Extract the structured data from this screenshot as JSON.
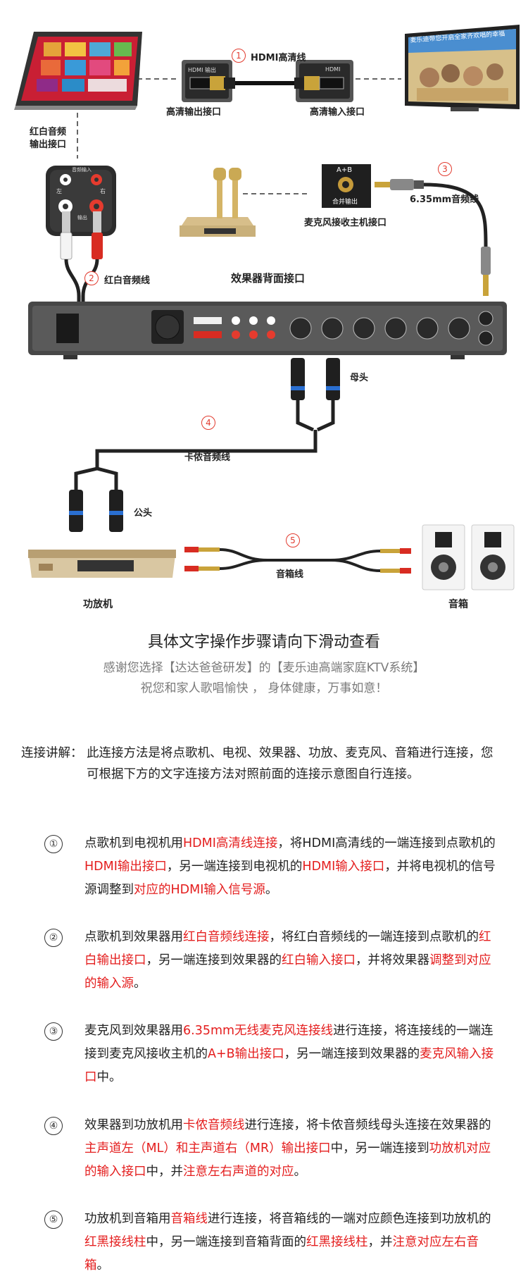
{
  "diagram": {
    "hdmi_cable_label": "HDMI高清线",
    "hd_output_label": "高清输出接口",
    "hd_input_label": "高清输入接口",
    "hdmi_port_text_left": "HDMI 输出",
    "hdmi_port_text_right": "HDMI",
    "tv_banner": "麦乐迪带您开启全家齐欢唱的幸福",
    "rca_output_label_1": "红白音频",
    "rca_output_label_2": "输出接口",
    "rca_panel_top": "音频输入",
    "rca_panel_left": "左",
    "rca_panel_right": "右",
    "rca_panel_bottom": "输出",
    "rca_cable_label": "红白音频线",
    "effects_back_label": "效果器背面接口",
    "ab_label": "A+B",
    "mix_output_label": "合并输出",
    "mic_receiver_label": "麦克风接收主机接口",
    "jack_cable_label": "6.35mm音频线",
    "female_label": "母头",
    "xlr_cable_label": "卡侬音频线",
    "male_label": "公头",
    "speaker_cable_label": "音箱线",
    "amplifier_label": "功放机",
    "speaker_label": "音箱",
    "badges": [
      "1",
      "2",
      "3",
      "4",
      "5"
    ]
  },
  "intro": {
    "headline": "具体文字操作步骤请向下滑动查看",
    "thanks": "感谢您选择【达达爸爸研发】的【麦乐迪高端家庭KTV系统】",
    "wishes": "祝您和家人歌唱愉快 ， 身体健康，万事如意！"
  },
  "explain": {
    "title": "连接讲解：",
    "text": "此连接方法是将点歌机、电视、效果器、功放、麦克风、音箱进行连接，您可根据下方的文字连接方法对照前面的连接示意图自行连接。"
  },
  "steps": [
    {
      "num": "①",
      "parts": [
        {
          "t": "点歌机到电视机用"
        },
        {
          "t": "HDMI高清线连接",
          "red": true
        },
        {
          "t": "，将HDMI高清线的一端连接到点歌机的"
        },
        {
          "t": "HDMI输出接口",
          "red": true
        },
        {
          "t": "，另一端连接到电视机的"
        },
        {
          "t": "HDMI输入接口",
          "red": true
        },
        {
          "t": "，并将电视机的信号源调整到"
        },
        {
          "t": "对应的HDMI输入信号源",
          "red": true
        },
        {
          "t": "。"
        }
      ]
    },
    {
      "num": "②",
      "parts": [
        {
          "t": "点歌机到效果器用"
        },
        {
          "t": "红白音频线连接",
          "red": true
        },
        {
          "t": "，将红白音频线的一端连接到点歌机的"
        },
        {
          "t": "红白输出接口",
          "red": true
        },
        {
          "t": "，另一端连接到效果器的"
        },
        {
          "t": "红白输入接口",
          "red": true
        },
        {
          "t": "，并将效果器"
        },
        {
          "t": "调整到对应的输入源",
          "red": true
        },
        {
          "t": "。"
        }
      ]
    },
    {
      "num": "③",
      "parts": [
        {
          "t": "麦克风到效果器用"
        },
        {
          "t": "6.35mm无线麦克风连接线",
          "red": true
        },
        {
          "t": "进行连接，将连接线的一端连接到麦克风接收主机的"
        },
        {
          "t": "A+B输出接口",
          "red": true
        },
        {
          "t": "，另一端连接到效果器的"
        },
        {
          "t": "麦克风输入接口",
          "red": true
        },
        {
          "t": "中。"
        }
      ]
    },
    {
      "num": "④",
      "parts": [
        {
          "t": "效果器到功放机用"
        },
        {
          "t": "卡侬音频线",
          "red": true
        },
        {
          "t": "进行连接，将卡侬音频线母头连接在效果器的"
        },
        {
          "t": "主声道左（ML）和主声道右（MR）输出接口",
          "red": true
        },
        {
          "t": "中，另一端连接到"
        },
        {
          "t": "功放机对应的输入接口",
          "red": true
        },
        {
          "t": "中，并"
        },
        {
          "t": "注意左右声道的对应",
          "red": true
        },
        {
          "t": "。"
        }
      ]
    },
    {
      "num": "⑤",
      "parts": [
        {
          "t": "功放机到音箱用"
        },
        {
          "t": "音箱线",
          "red": true
        },
        {
          "t": "进行连接，将音箱线的一端对应颜色连接到功放机的"
        },
        {
          "t": "红黑接线柱",
          "red": true
        },
        {
          "t": "中，另一端连接到音箱背面的"
        },
        {
          "t": "红黑接线柱",
          "red": true
        },
        {
          "t": "，并"
        },
        {
          "t": "注意对应左右音箱",
          "red": true
        },
        {
          "t": "。"
        }
      ]
    }
  ]
}
